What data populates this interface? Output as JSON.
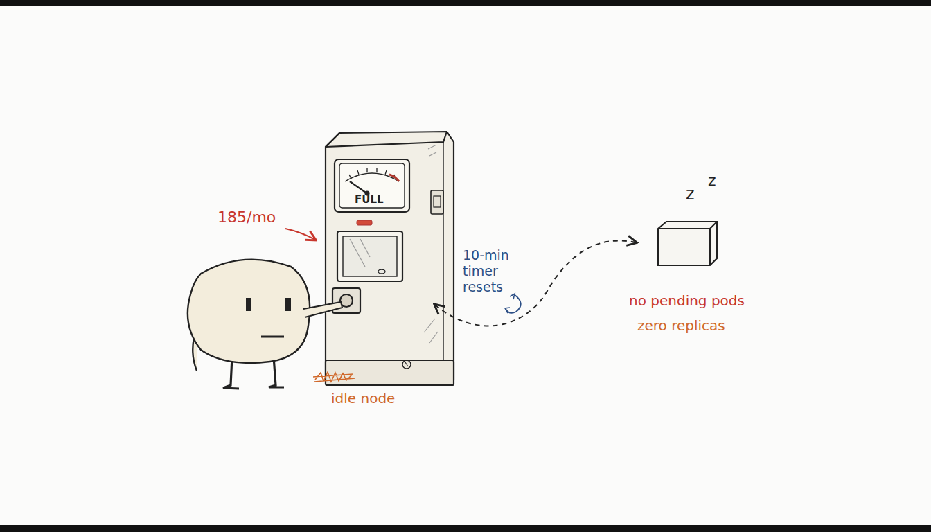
{
  "diagram": {
    "labels": [
      "185/mo",
      "FULL",
      "10-min timer resets",
      "idle node",
      "no pending pods",
      "zero replicas",
      "z",
      "z"
    ]
  }
}
